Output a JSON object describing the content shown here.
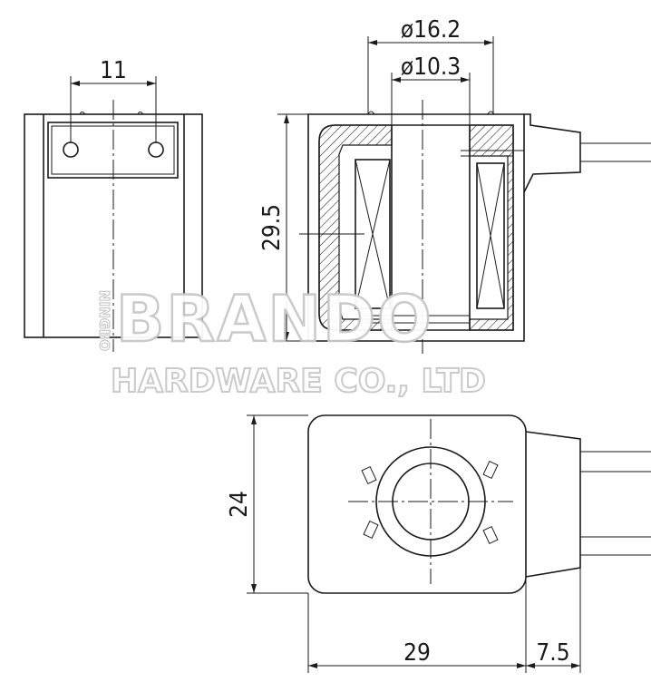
{
  "dimensions": {
    "pin_spacing": "11",
    "outer_diameter": "ø16.2",
    "inner_diameter": "ø10.3",
    "height": "29.5",
    "width": "24",
    "length": "29",
    "connector_length": "7.5"
  },
  "watermark": {
    "brand": "BRANDO",
    "company": "HARDWARE CO., LTD",
    "city": "NINGBO"
  }
}
